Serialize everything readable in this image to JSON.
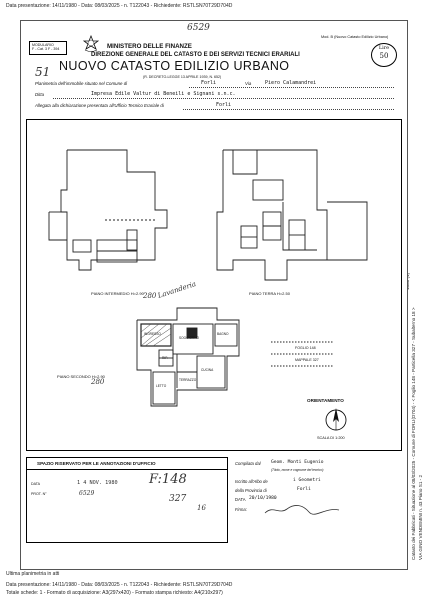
{
  "top_header": "Data presentazione: 14/11/1980 - Data: 08/03/2025 - n. T122043 - Richiedente: RSTLSN70T29D704D",
  "side_right_a": "Catasto dei Fabbricati - Situazione al 08/03/2025 - Comune di FORLI(D704) - < Foglio 148 - Particella 327 - Subalterno 18 >",
  "side_right_b": "VIA GINO VENDEMINI n. 43 Piano S1 - 2",
  "side_tag": "1880 (1)",
  "stamp": {
    "line1": "MODULARIO",
    "line2": "F - Cat. 3 F - 394",
    "form_code": "Mod. B (Nuovo Catasto Edilizio Urbano)",
    "price_label": "Lire",
    "price_value": "50"
  },
  "handwritten_top": "6529",
  "handwritten_number": "51",
  "ministry": {
    "title": "MINISTERO DELLE FINANZE",
    "direction": "DIREZIONE GENERALE DEL CATASTO E DEI SERVIZI TECNICI ERARIALI",
    "catasto": "NUOVO CATASTO EDILIZIO URBANO",
    "decree": "(R. DECRETO-LEGGE 13 APRILE 1939, N. 652)"
  },
  "form": {
    "planimetry_label": "Planimetria dell'immobile situato nel Comune di",
    "comune": "Forli",
    "via_label": "Via",
    "via_value": "Piero Calamandrei",
    "ditta_label": "Ditta",
    "ditta_value": "Impresa Edile Valtur di Beneili e Signani s.n.c.",
    "allegata_label": "Allegata alla dichiarazione presentata all'Ufficio Tecnico Erariale di",
    "allegata_value": "Forli"
  },
  "plan_labels": {
    "piano_intermedio": "PIANO INTERMEDIO H=2.90",
    "piano_terra": "PIANO TERRA H=2.50",
    "piano_secondo": "PIANO SECONDO H=2.90",
    "hand_280_a": "280",
    "hand_lavanderia": "Lavanderia",
    "hand_280_b": "280",
    "ingresso": "INGRESSO",
    "soggiorno": "SOGGIORNO",
    "cucina": "CUCINA",
    "letto": "LETTO",
    "bagno": "BAGNO",
    "rip": "RIP.",
    "terrazzo": "TERRAZZO",
    "right_info_1": "FOGLIO 148",
    "right_info_2": "MAPPALE 327"
  },
  "orientation": {
    "label": "ORIENTAMENTO",
    "scale": "SCALA DI 1:200"
  },
  "office": {
    "title": "SPAZIO RISERVATO PER LE ANNOTAZIONI D'UFFICIO",
    "data_label": "DATA",
    "prot_label": "PROT. N°",
    "date_stamp": "1 4 NOV. 1980",
    "hand_prot": "6529",
    "hand_code": "F:148",
    "hand_sub_a": "327",
    "hand_sub_b": "16"
  },
  "compiler": {
    "compilata_label": "Compilata dal",
    "compilata_value": "Geom. Monti Eugenio",
    "qualifica": "(Titolo, nome e cognome del tecnico)",
    "iscritto_label": "Iscritto all'Albo de",
    "iscritto_value": "i Geometri",
    "provincia_label": "della Provincia di",
    "provincia_value": "Forli",
    "data_label": "DATA",
    "data_value": "20/10/1980",
    "firma_label": "Firma:"
  },
  "footer": {
    "line0": "Ultima planimetria in atti",
    "line1": "Data presentazione: 14/11/1980 - Data: 08/03/2025 - n. T122043 - Richiedente: RSTLSN70T29D704D",
    "line2": "Totale schede: 1 - Formato di acquisizione: A3(297x420) - Formato stampa richiesto: A4(210x297)"
  }
}
